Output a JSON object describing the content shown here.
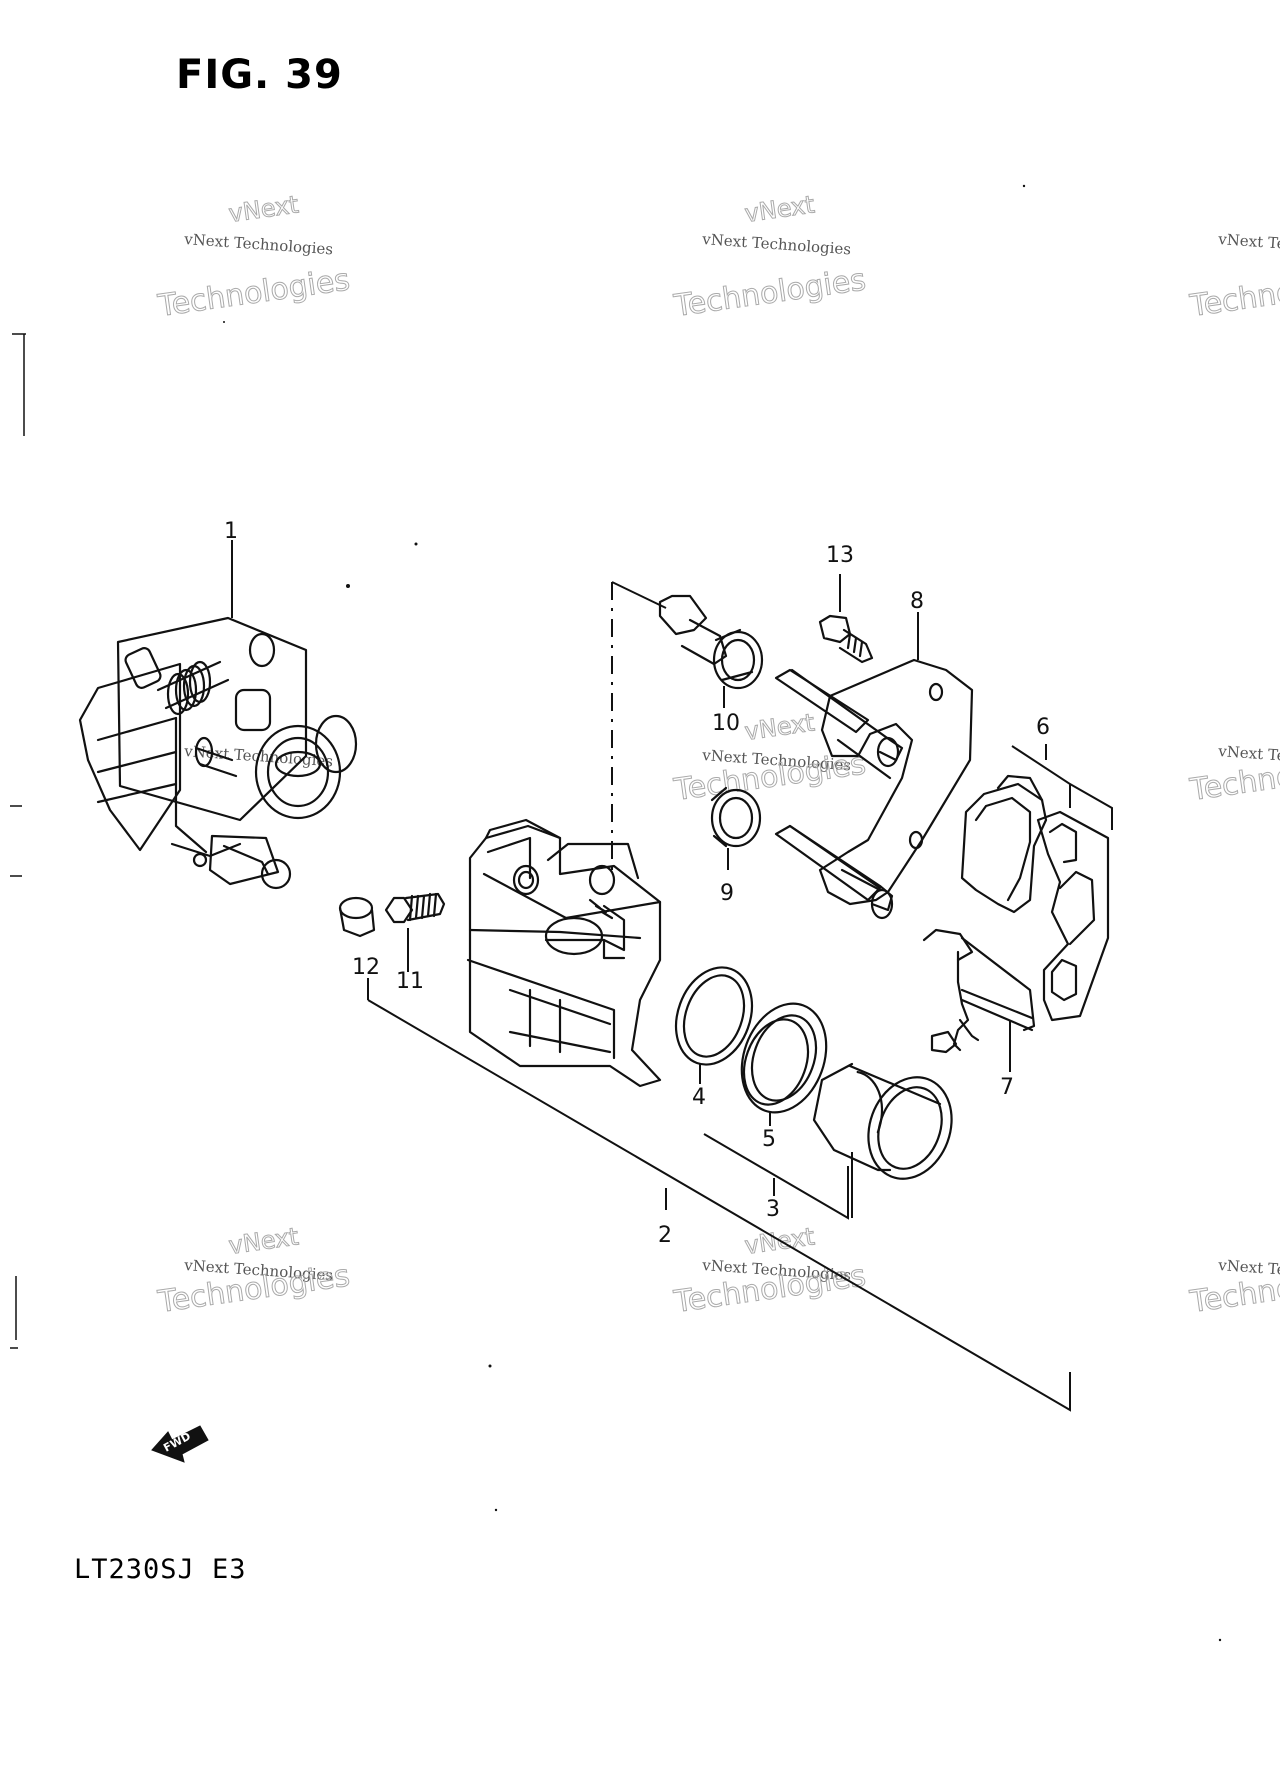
{
  "figure": {
    "title": "FIG. 39",
    "model": "LT230SJ  E3",
    "fwd_label": "FWD"
  },
  "watermark": {
    "line1": "vNext Technologies",
    "line2": "Technologies",
    "line3": "vNext"
  },
  "callouts": [
    {
      "id": "1",
      "label": "1"
    },
    {
      "id": "2",
      "label": "2"
    },
    {
      "id": "3",
      "label": "3"
    },
    {
      "id": "4",
      "label": "4"
    },
    {
      "id": "5",
      "label": "5"
    },
    {
      "id": "6",
      "label": "6"
    },
    {
      "id": "7",
      "label": "7"
    },
    {
      "id": "8",
      "label": "8"
    },
    {
      "id": "9",
      "label": "9"
    },
    {
      "id": "10",
      "label": "10"
    },
    {
      "id": "11",
      "label": "11"
    },
    {
      "id": "12",
      "label": "12"
    },
    {
      "id": "13",
      "label": "13"
    }
  ]
}
